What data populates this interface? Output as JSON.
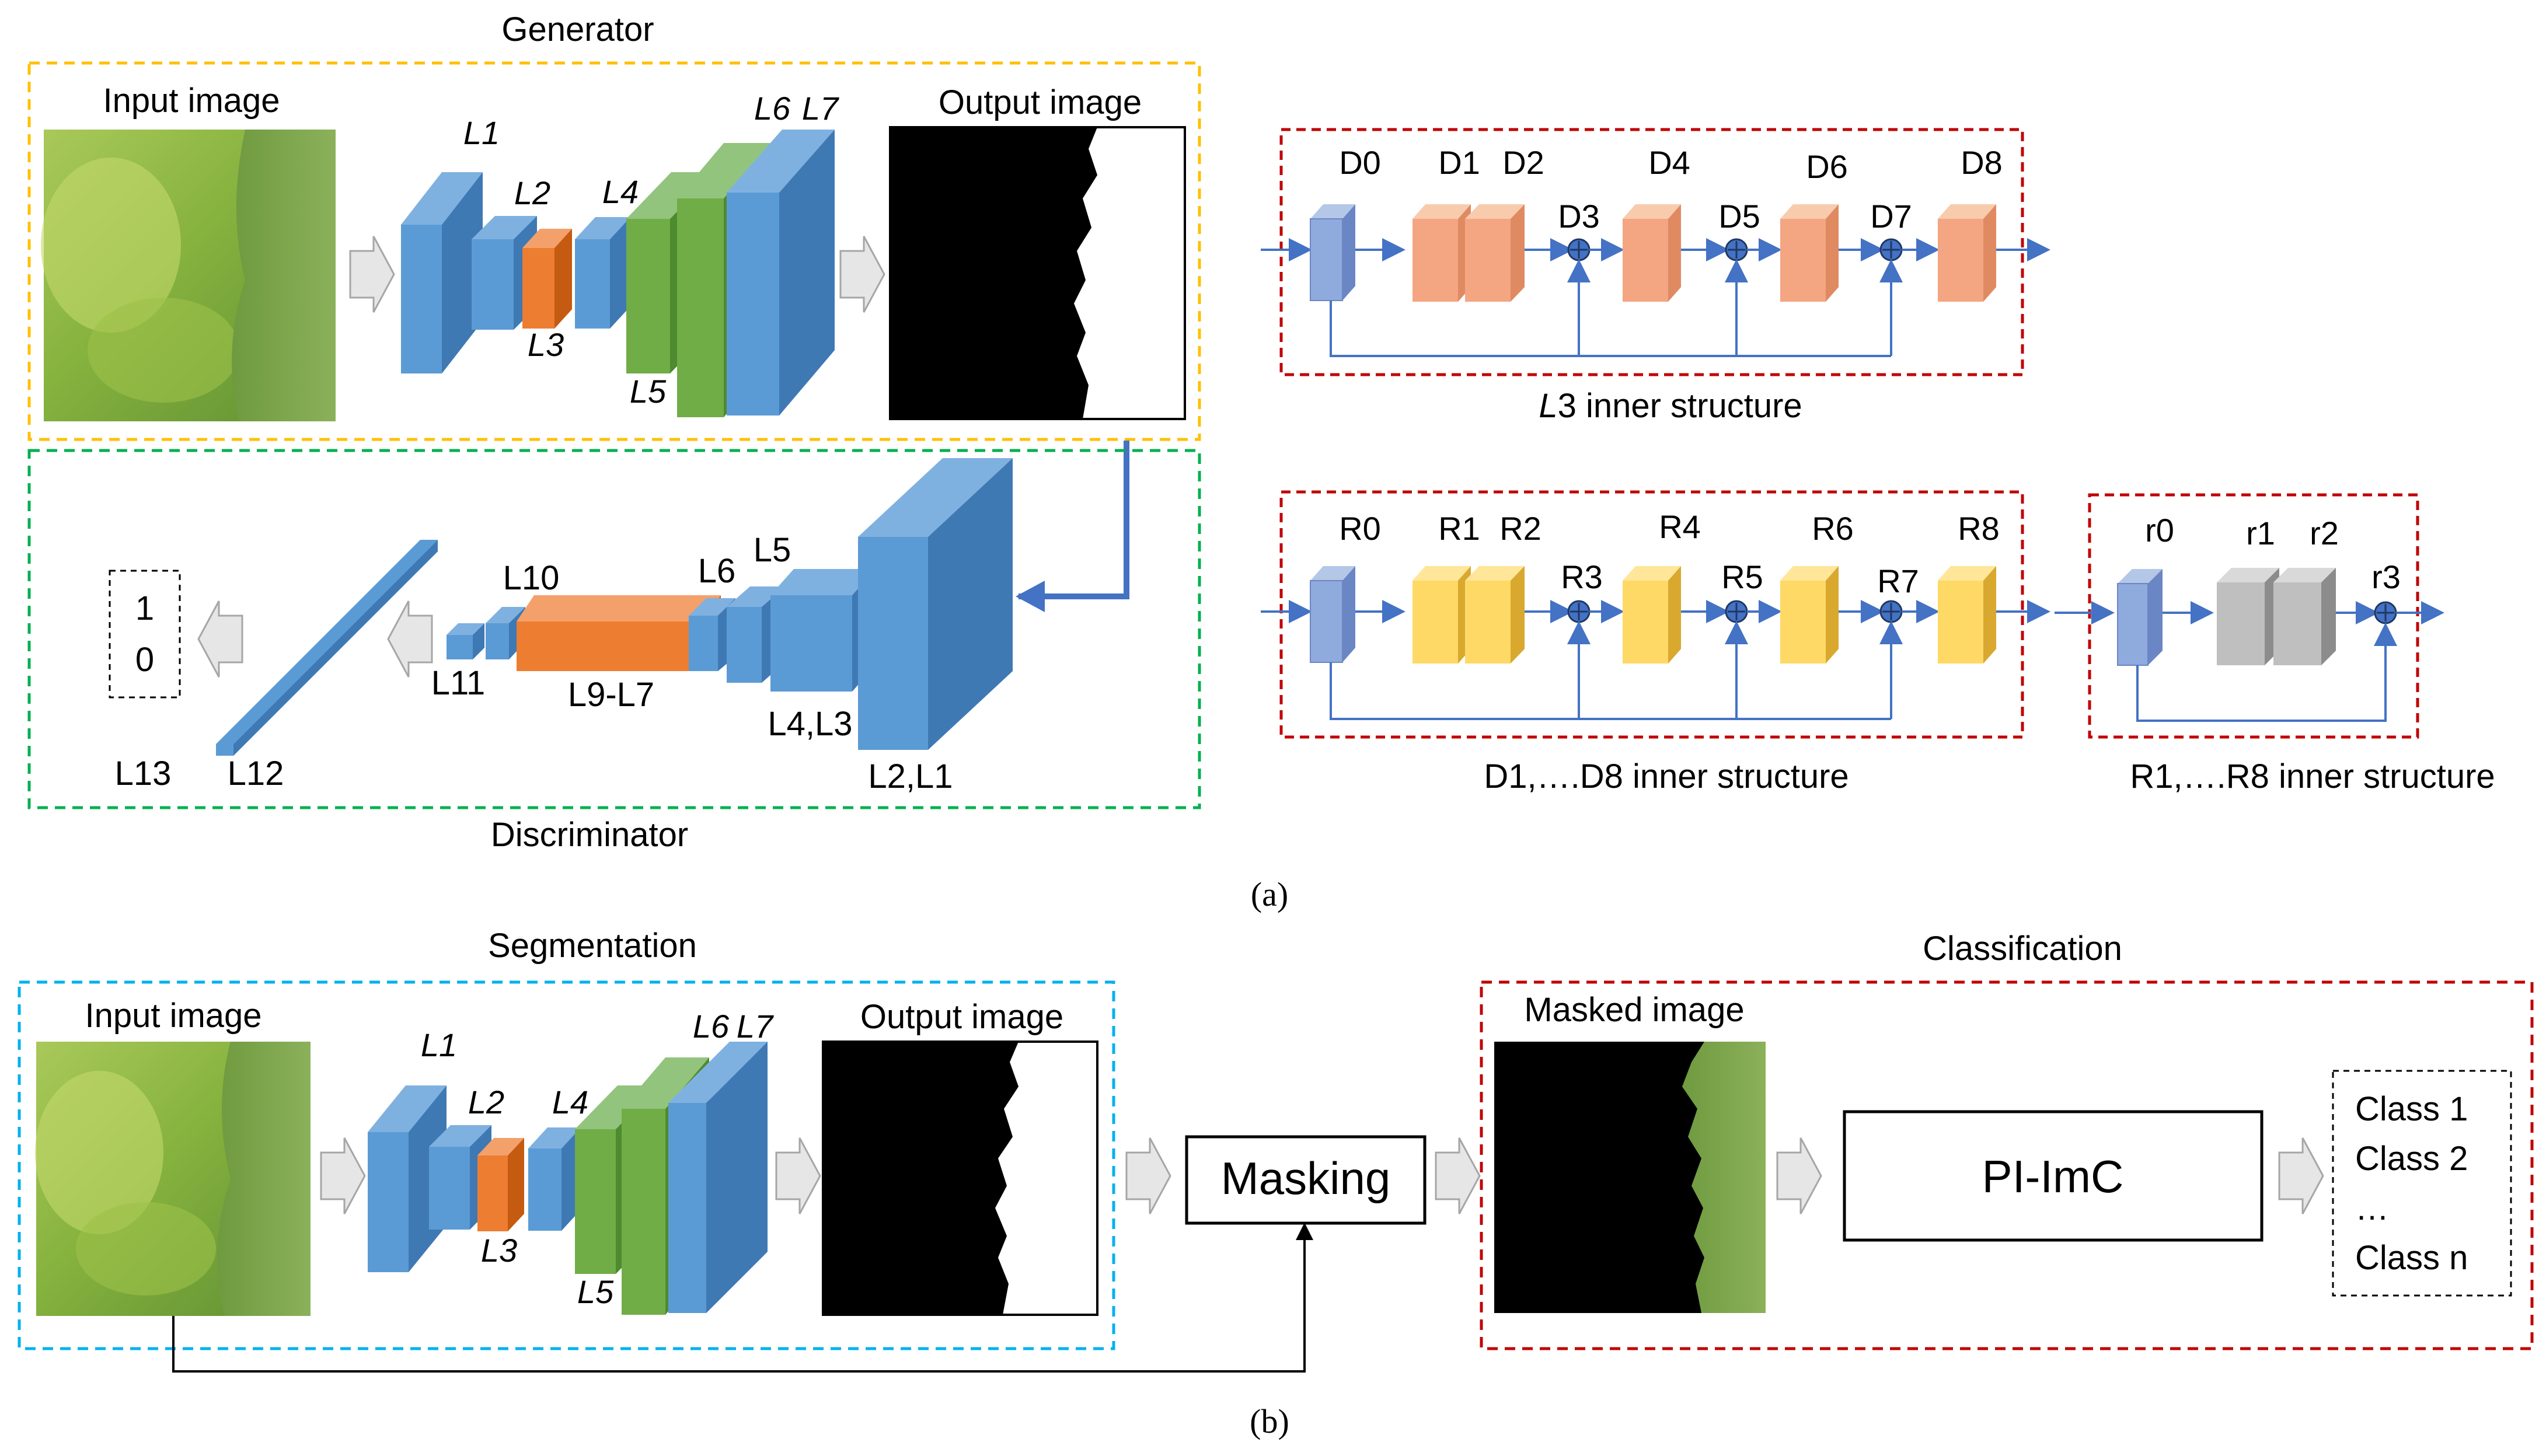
{
  "colors": {
    "blue": "#5b9bd5",
    "orange": "#ed7d31",
    "green": "#70ad47",
    "salmon": "#f4a582",
    "yellow": "#ffd966",
    "gray": "#bfbfbf",
    "navy": "#8faadc",
    "box_yellow": "#ffc000",
    "box_green": "#00b050",
    "box_red": "#c00000",
    "box_cyan": "#00b0f0",
    "arrow_blue": "#4472c4"
  },
  "panel_a": {
    "caption": "(a)",
    "generator": {
      "title": "Generator",
      "input_label": "Input image",
      "output_label": "Output image",
      "layers": [
        "L1",
        "L2",
        "L3",
        "L4",
        "L5",
        "L6",
        "L7"
      ]
    },
    "discriminator": {
      "title": "Discriminator",
      "output_values": [
        "1",
        "0"
      ],
      "labels": [
        "L13",
        "L12",
        "L11",
        "L10",
        "L9-L7",
        "L6",
        "L5",
        "L4,L3",
        "L2,L1"
      ]
    },
    "l3_block": {
      "caption_italic": "L",
      "caption_rest": "3 inner structure",
      "nodes": [
        "D0",
        "D1",
        "D2",
        "D3",
        "D4",
        "D5",
        "D6",
        "D7",
        "D8"
      ]
    },
    "d_block": {
      "caption": "D1,….D8 inner structure",
      "nodes": [
        "R0",
        "R1",
        "R2",
        "R3",
        "R4",
        "R5",
        "R6",
        "R7",
        "R8"
      ]
    },
    "r_block": {
      "caption": "R1,….R8 inner structure",
      "nodes": [
        "r0",
        "r1",
        "r2",
        "r3"
      ]
    }
  },
  "panel_b": {
    "caption": "(b)",
    "segmentation": {
      "title": "Segmentation",
      "input_label": "Input image",
      "output_label": "Output image",
      "layers": [
        "L1",
        "L2",
        "L3",
        "L4",
        "L5",
        "L6",
        "L7"
      ]
    },
    "masking_label": "Masking",
    "classification": {
      "title": "Classification",
      "masked_label": "Masked image",
      "classifier_label": "PI-ImC",
      "classes": [
        "Class 1",
        "Class 2",
        "…",
        "Class n"
      ]
    }
  }
}
